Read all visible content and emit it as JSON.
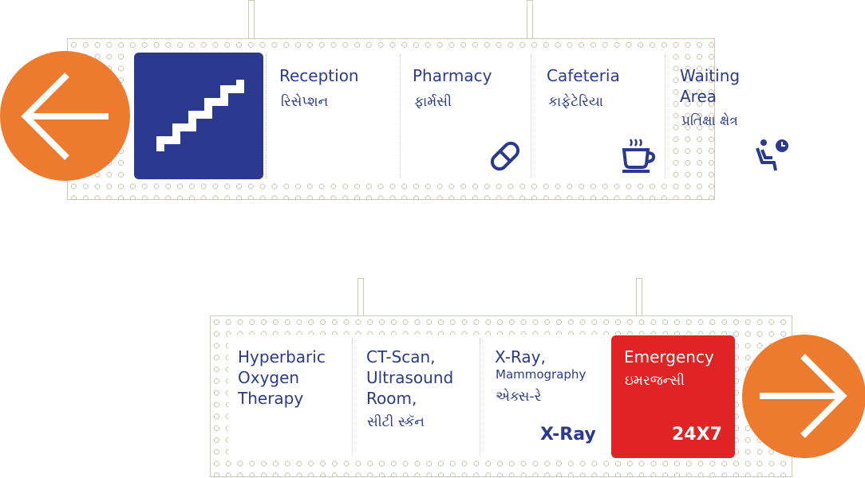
{
  "colors": {
    "navy": "#2b3a8f",
    "orange": "#ec7a2f",
    "red": "#e02324",
    "dots": "#c4bca5"
  },
  "top_sign": {
    "left_icon": "arrow-left-icon",
    "stairs_icon": "stairs-icon",
    "items": [
      {
        "en": "Reception",
        "gu": "રિસેપ્શન"
      },
      {
        "en": "Pharmacy",
        "gu": "ફાર્મસી",
        "icon": "pill-icon"
      },
      {
        "en": "Cafeteria",
        "gu": "કાફેટેરિયા",
        "icon": "coffee-cup-icon"
      },
      {
        "en": "Waiting\nArea",
        "gu": "પ્રતિક્ષા ક્ષેત્ર",
        "icon": "waiting-seat-icon"
      }
    ]
  },
  "bottom_sign": {
    "right_icon": "arrow-right-icon",
    "items": [
      {
        "en": "Hyperbaric\nOxygen\nTherapy"
      },
      {
        "en": "CT-Scan,\nUltrasound\nRoom,",
        "gu": "સીટી સ્કૅન"
      },
      {
        "en": "X-Ray,",
        "en_small": "Mammography",
        "gu": "એક્સ-રે",
        "tag": "X-Ray"
      },
      {
        "en": "Emergency",
        "gu": "ઇમરજન્સી",
        "tag": "24X7"
      }
    ]
  }
}
